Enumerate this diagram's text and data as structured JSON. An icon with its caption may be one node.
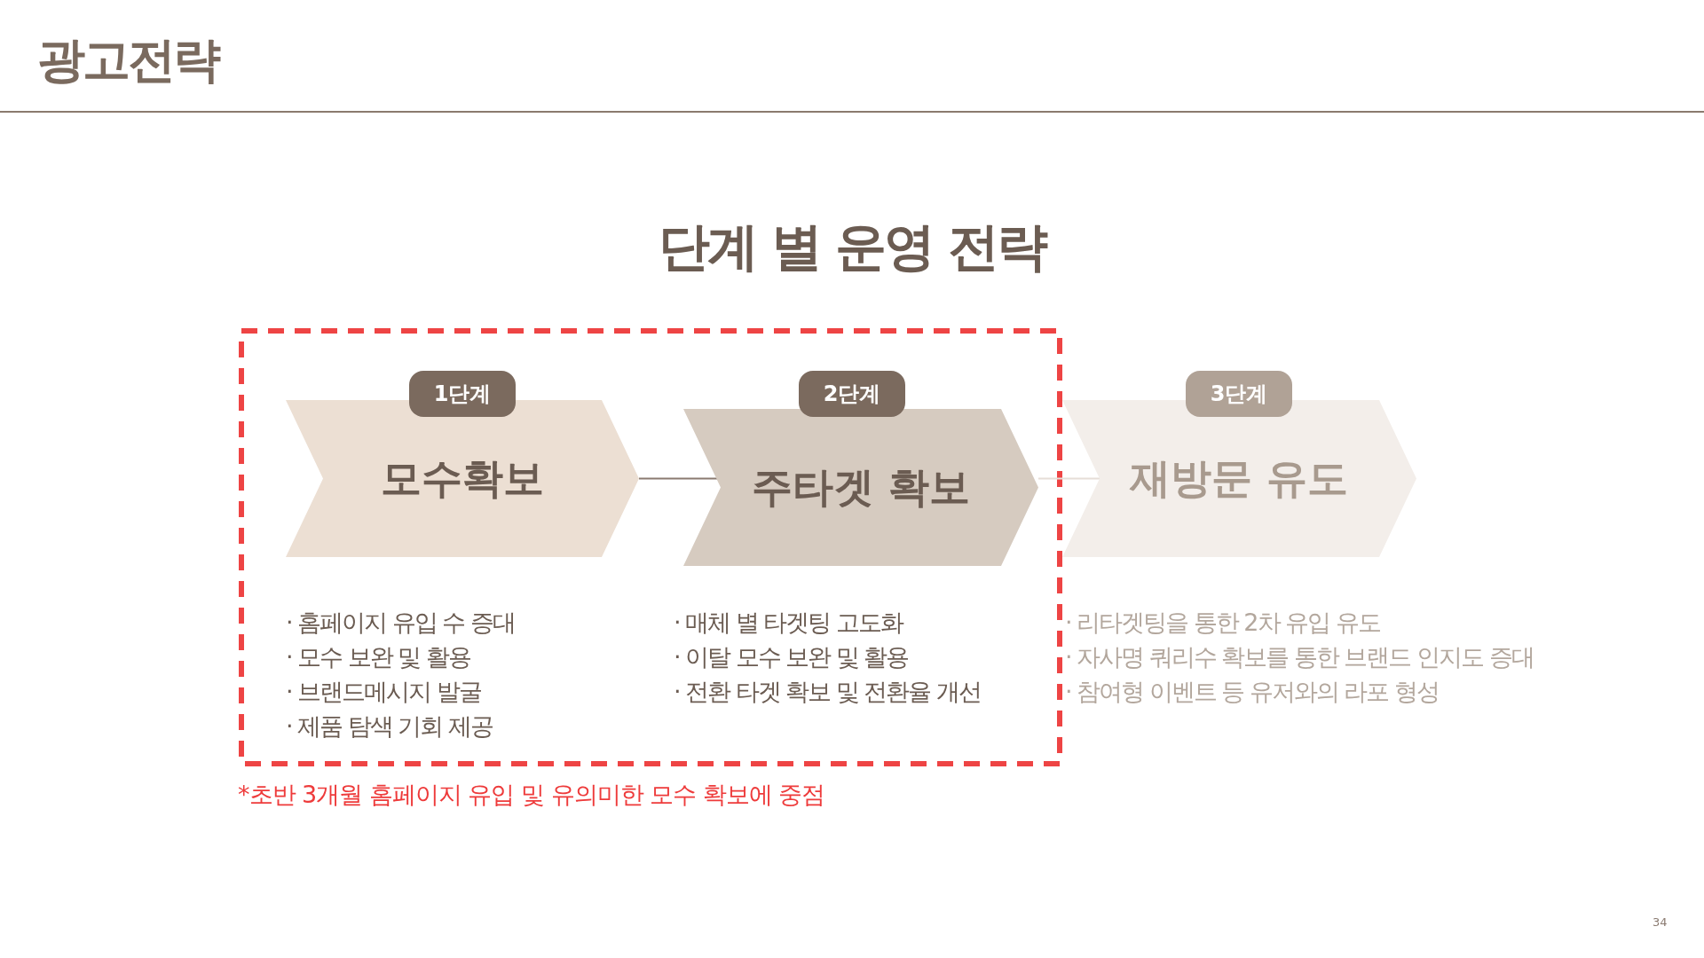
{
  "diagram": {
    "title": "광고전략",
    "nodes": [
      {
        "text": [
          "모수확보"
        ],
        "beside": [
          "· 홈페이지 유입 수 증대",
          "· 모수 보완 및 활용",
          "· 브랜드메시지 발굴",
          "· 제품 탐색 기회 제공"
        ]
      },
      {
        "text": [
          "1단계"
        ]
      },
      {
        "text": [
          "주타겟 확보"
        ],
        "beside": [
          "· 매체 별 타겟팅 고도화",
          "· 이탈 모수 보완 및 활용",
          "· 전환 타겟 확보 및 전환율 개선"
        ]
      },
      {
        "text": [
          "2단계"
        ]
      },
      {
        "text": [
          "재방문 유도"
        ],
        "beside": [
          "· 리타겟팅을 통한 2차 유입 유도",
          "· 자사명 쿼리수 확보를 통한 브랜드 인지도 증대",
          "· 참여형 이벤트 등 유저와의 라포 형성"
        ]
      },
      {
        "text": [
          "3단계"
        ]
      }
    ],
    "edges": [
      {
        "from": 0,
        "to": 2,
        "arrow": "none"
      },
      {
        "from": 2,
        "to": 4,
        "arrow": "none",
        "color": "#e6ded8"
      }
    ],
    "labels": [
      "단계 별 운영 전략",
      "*초반 3개월 홈페이지 유입 및 유의미한 모수 확보에 중점",
      "34"
    ]
  }
}
